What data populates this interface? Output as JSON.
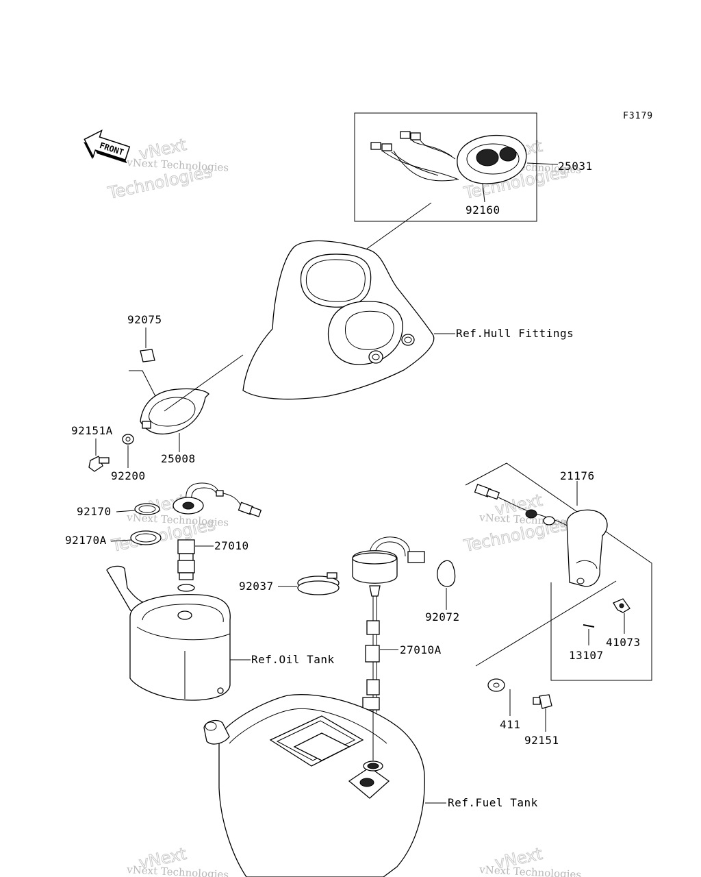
{
  "figure_id": "F3179",
  "front_label": "FRONT",
  "watermark": {
    "line1": "vNext Technologies",
    "line2": "vNext",
    "line3": "Technologies"
  },
  "callouts": [
    {
      "id": "25031",
      "text": "25031"
    },
    {
      "id": "92160",
      "text": "92160"
    },
    {
      "id": "92075",
      "text": "92075"
    },
    {
      "id": "92151A",
      "text": "92151A"
    },
    {
      "id": "92200",
      "text": "92200"
    },
    {
      "id": "25008",
      "text": "25008"
    },
    {
      "id": "92170",
      "text": "92170"
    },
    {
      "id": "92170A",
      "text": "92170A"
    },
    {
      "id": "27010",
      "text": "27010"
    },
    {
      "id": "92037",
      "text": "92037"
    },
    {
      "id": "92072",
      "text": "92072"
    },
    {
      "id": "27010A",
      "text": "27010A"
    },
    {
      "id": "21176",
      "text": "21176"
    },
    {
      "id": "41073",
      "text": "41073"
    },
    {
      "id": "13107",
      "text": "13107"
    },
    {
      "id": "411",
      "text": "411"
    },
    {
      "id": "92151",
      "text": "92151"
    }
  ],
  "references": [
    {
      "id": "hull",
      "text": "Ref.Hull Fittings"
    },
    {
      "id": "oil",
      "text": "Ref.Oil Tank"
    },
    {
      "id": "fuel",
      "text": "Ref.Fuel Tank"
    }
  ]
}
